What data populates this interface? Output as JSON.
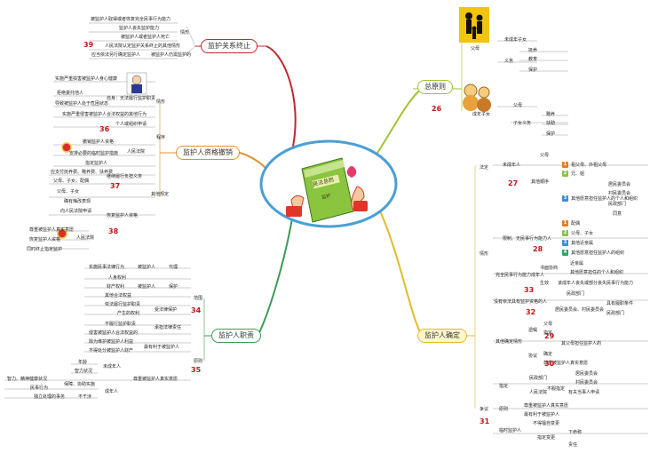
{
  "center": {
    "book_title": "民法总则",
    "book_subtitle": "监护"
  },
  "branches": {
    "termination": "监护关系终止",
    "disqualify": "监护人资格撤销",
    "duty": "监护人职责",
    "principle": "总原则",
    "determine": "监护人确定"
  },
  "termination": {
    "items": [
      "被监护人取得或者恢复完全民事行为能力",
      "监护人丧失监护能力",
      "被监护人或者监护人死亡",
      "人民法院认定监护关系终止的其他情形",
      "应当依法另行确定监护人",
      "被监护人仍需监护的"
    ],
    "group_label": "情形",
    "num": "39"
  },
  "disqualify": {
    "situation": "情形",
    "items_a": [
      "实施严重损害被监护人身心健康",
      "怠于履行监护职责",
      "拒绝委托他人",
      "导致被监护人处于危困状态",
      "实施严重侵害被监护人合法权益的其他行为"
    ],
    "self_label": "自身：无法履行监护职责",
    "num_a": "36",
    "procedure": "程序",
    "applicant": "个人或组织申请",
    "court": "人民法院",
    "court_items": [
      "撤销监护人资格",
      "安排必要的临时监护措施",
      "指定监护人"
    ],
    "other": "其他规定",
    "continue_label": "继续履行负担义务",
    "parents_children": "父母、子女、配偶",
    "items_b": [
      "应支付抚养费、赡养费、扶养费",
      "父母、子女"
    ],
    "num_b": "37",
    "restore": "恢复监护人资格",
    "restore_items": [
      "确有悔改表现",
      "向人民法院申请"
    ],
    "court2": "人民法院",
    "court2_items": [
      "尊重被监护人真实意愿",
      "恢复监护人资格",
      "同时终止指定监护"
    ],
    "num_c": "38"
  },
  "duty": {
    "scope": "范围",
    "rep_items": [
      "实施民事法律行为",
      "人身权利",
      "财产权利",
      "其他合法权益"
    ],
    "rep_labels": [
      "被监护人",
      "代理",
      "被监护人",
      "保护"
    ],
    "num_a": "34",
    "protect_label": "受法律保护",
    "protect_items": [
      "依法履行监护职责",
      "产生的权利"
    ],
    "liability_label": "承担法律责任",
    "liability_items": [
      "不履行监护职责",
      "侵害被监护人合法权益的"
    ],
    "principle_label": "原则",
    "best_interest": "最有利于被监护人",
    "best_items": [
      "除为维护被监护人利益",
      "不得处分被监护人财产"
    ],
    "num_b": "35",
    "minor": "未成年人",
    "minor_items": [
      "年龄",
      "智力状况"
    ],
    "respect": "尊重被监护人真实意愿",
    "adult": "成年人",
    "adult_items": [
      "智力、精神健康状况",
      "民事行为",
      "独立处理的事务"
    ],
    "adult_labels": [
      "保障、协助实施",
      "不干涉"
    ]
  },
  "principle": {
    "parents": "父母",
    "minor_children": "未成年子女",
    "duties": [
      "抚养",
      "教育",
      "保护"
    ],
    "duty_label": "义务",
    "adult_children": "成年子女",
    "adult_duties": [
      "赡养",
      "扶助",
      "保护"
    ],
    "duty_label2": "子女义务",
    "num": "26"
  },
  "determine": {
    "minor": "未成年人",
    "statutory": "法定",
    "parents": "父母",
    "order_label": "其他顺序",
    "order_items": [
      "祖父母、外祖父母",
      "兄、姐",
      "其他愿意担任监护人的个人和组织"
    ],
    "org_items": [
      "居民委员会",
      "村民委员会",
      "民政部门",
      "同意"
    ],
    "num_a": "27",
    "limited": "限制、无民事行为能力人",
    "limited_items": [
      "配偶",
      "父母、子女",
      "其他近亲属",
      "其他愿意担任监护人的组织"
    ],
    "num_b": "28",
    "agreement": "完全民事行为能力成年人",
    "agreement_items": [
      "书面协商",
      "近亲属",
      "其他愿意担任的个人和组织",
      "生效",
      "该成年人丧失或部分丧失民事行为能力"
    ],
    "num_c": "33",
    "no_guardian": "没有依法具有监护资格的人",
    "no_guardian_items": [
      "民政部门",
      "居民委员会、村民委员会",
      "具有履职条件"
    ],
    "num_d": "32",
    "other_cases": "其他确定情形",
    "will": "遗嘱",
    "will_items": [
      "父母",
      "指定",
      "被监护人",
      "其父母担任监护人的"
    ],
    "num_e": "29",
    "agreement2": "协议",
    "agreement2_items": [
      "确定",
      "尊重被监护人真实意愿"
    ],
    "num_f": "30",
    "dispute": "争议",
    "designate": "指定",
    "designate_items": [
      "居民委员会",
      "村民委员会",
      "民政部门",
      "人民法院",
      "不服指定",
      "有关当事人申请"
    ],
    "principle": "原则",
    "principle_items": [
      "尊重被监护人真实意愿",
      "最有利于被监护人"
    ],
    "temp": "临时监护人",
    "temp_items": [
      "不得擅自变更",
      "指定变更",
      "责任",
      "下命称"
    ],
    "num_g": "31",
    "situation": "情形"
  }
}
